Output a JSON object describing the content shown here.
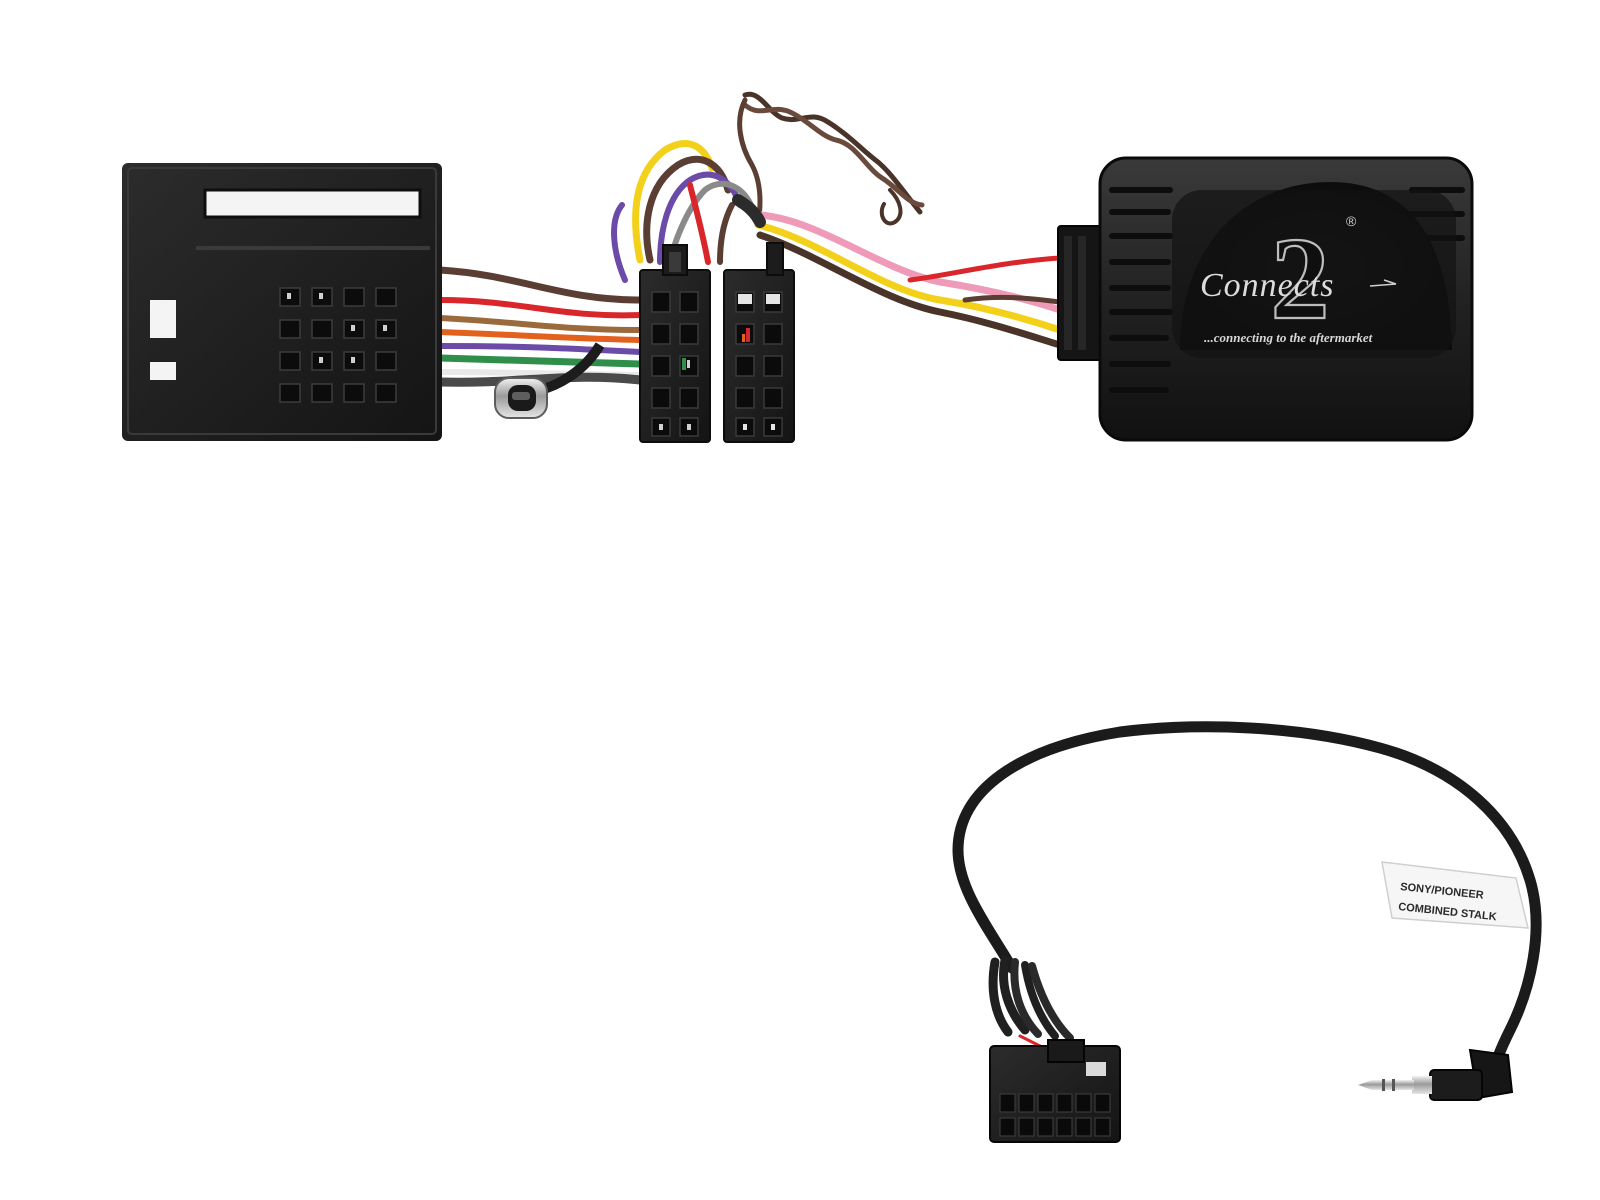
{
  "product": {
    "logo": {
      "brand_word": "Connects",
      "numeral": "2",
      "registered_mark": "®",
      "tagline": "...connecting to the aftermarket"
    },
    "cable_tag": {
      "line1": "SONY/PIONEER",
      "line2": "COMBINED STALK"
    }
  },
  "colors": {
    "background": "#ffffff",
    "plastic_black": "#1c1c1c",
    "wire_red": "#d8262a",
    "wire_yellow": "#f3d11a",
    "wire_pink": "#ee9ab8",
    "wire_brown": "#5a3e34",
    "wire_purple": "#6b4aa8",
    "wire_green": "#2f8f4a",
    "wire_orange": "#e2621d",
    "wire_white": "#e9e9e9"
  }
}
